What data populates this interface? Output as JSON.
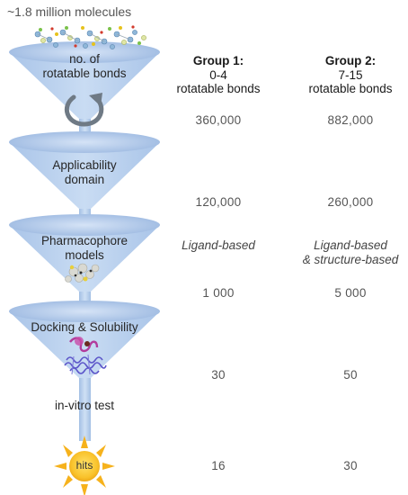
{
  "top_label": "~1.8 million molecules",
  "funnel_stages": [
    {
      "line1": "no. of",
      "line2": "rotatable bonds"
    },
    {
      "line1": "Applicability",
      "line2": "domain"
    },
    {
      "line1": "Pharmacophore",
      "line2": "models"
    },
    {
      "line1": "Docking & Solubility",
      "line2": ""
    }
  ],
  "invitro_label": "in-vitro test",
  "hits_label": "hits",
  "groups": [
    {
      "title": "Group 1:",
      "sub1": "0-4",
      "sub2": "rotatable bonds",
      "counts": [
        "360,000",
        "120,000",
        "1 000",
        "30",
        "16"
      ],
      "pharm_line1": "Ligand-based",
      "pharm_line2": ""
    },
    {
      "title": "Group 2:",
      "sub1": "7-15",
      "sub2": "rotatable bonds",
      "counts": [
        "882,000",
        "260,000",
        "5 000",
        "50",
        "30"
      ],
      "pharm_line1": "Ligand-based",
      "pharm_line2": "& structure-based"
    }
  ],
  "colors": {
    "funnel_rim": "#a8c3e6",
    "funnel_body": "#bdd3ef",
    "funnel_dark": "#8fb0dc",
    "sun": "#f6b21c",
    "arrow": "#6f7a85"
  },
  "icons": [
    "molecule-cluster-icon",
    "curved-arrow-icon",
    "pharmacophore-cluster-icon",
    "protein-structure-icon",
    "sun-icon"
  ]
}
